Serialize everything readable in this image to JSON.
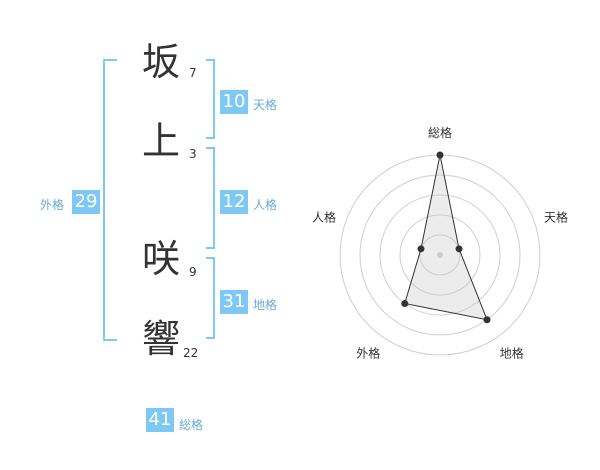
{
  "name_chars": [
    {
      "char": "坂",
      "strokes": "7"
    },
    {
      "char": "上",
      "strokes": "3"
    },
    {
      "char": "咲",
      "strokes": "9"
    },
    {
      "char": "響",
      "strokes": "22"
    }
  ],
  "fortune": {
    "tenkaku": {
      "value": "10",
      "label": "天格"
    },
    "jinkaku": {
      "value": "12",
      "label": "人格"
    },
    "chikaku": {
      "value": "31",
      "label": "地格"
    },
    "gaikaku": {
      "value": "29",
      "label": "外格"
    },
    "soukaku": {
      "value": "41",
      "label": "総格"
    }
  },
  "colors": {
    "accent": "#7ec8f5",
    "label": "#6aa9d6",
    "bracket": "#7ec8f5"
  },
  "chart_data": {
    "type": "radar",
    "axes": [
      "総格",
      "天格",
      "地格",
      "外格",
      "人格"
    ],
    "values": [
      5,
      1,
      4,
      3,
      1
    ],
    "max": 5,
    "rings": 5
  }
}
